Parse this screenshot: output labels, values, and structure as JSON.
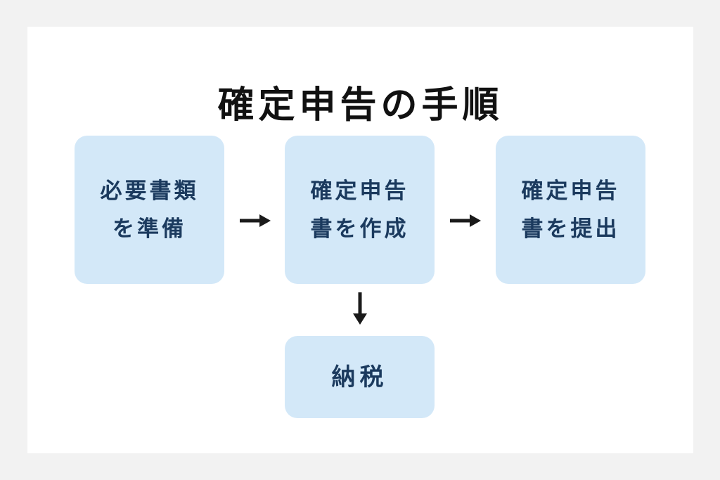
{
  "diagram": {
    "title": "確定申告の手順",
    "nodes": [
      {
        "id": "prepare-documents",
        "label": "必要書類\nを準備"
      },
      {
        "id": "create-return",
        "label": "確定申告\n書を作成"
      },
      {
        "id": "submit-return",
        "label": "確定申告\n書を提出"
      },
      {
        "id": "pay-tax",
        "label": "納税"
      }
    ],
    "edges": [
      {
        "from": "prepare-documents",
        "to": "create-return"
      },
      {
        "from": "create-return",
        "to": "submit-return"
      },
      {
        "from": "create-return",
        "to": "pay-tax"
      }
    ],
    "colors": {
      "node_fill": "#d3e8f8",
      "node_text": "#1b3a5e",
      "title_text": "#111111",
      "arrow": "#1a1a1a",
      "card_background": "#ffffff",
      "page_background": "#f2f2f2"
    }
  }
}
